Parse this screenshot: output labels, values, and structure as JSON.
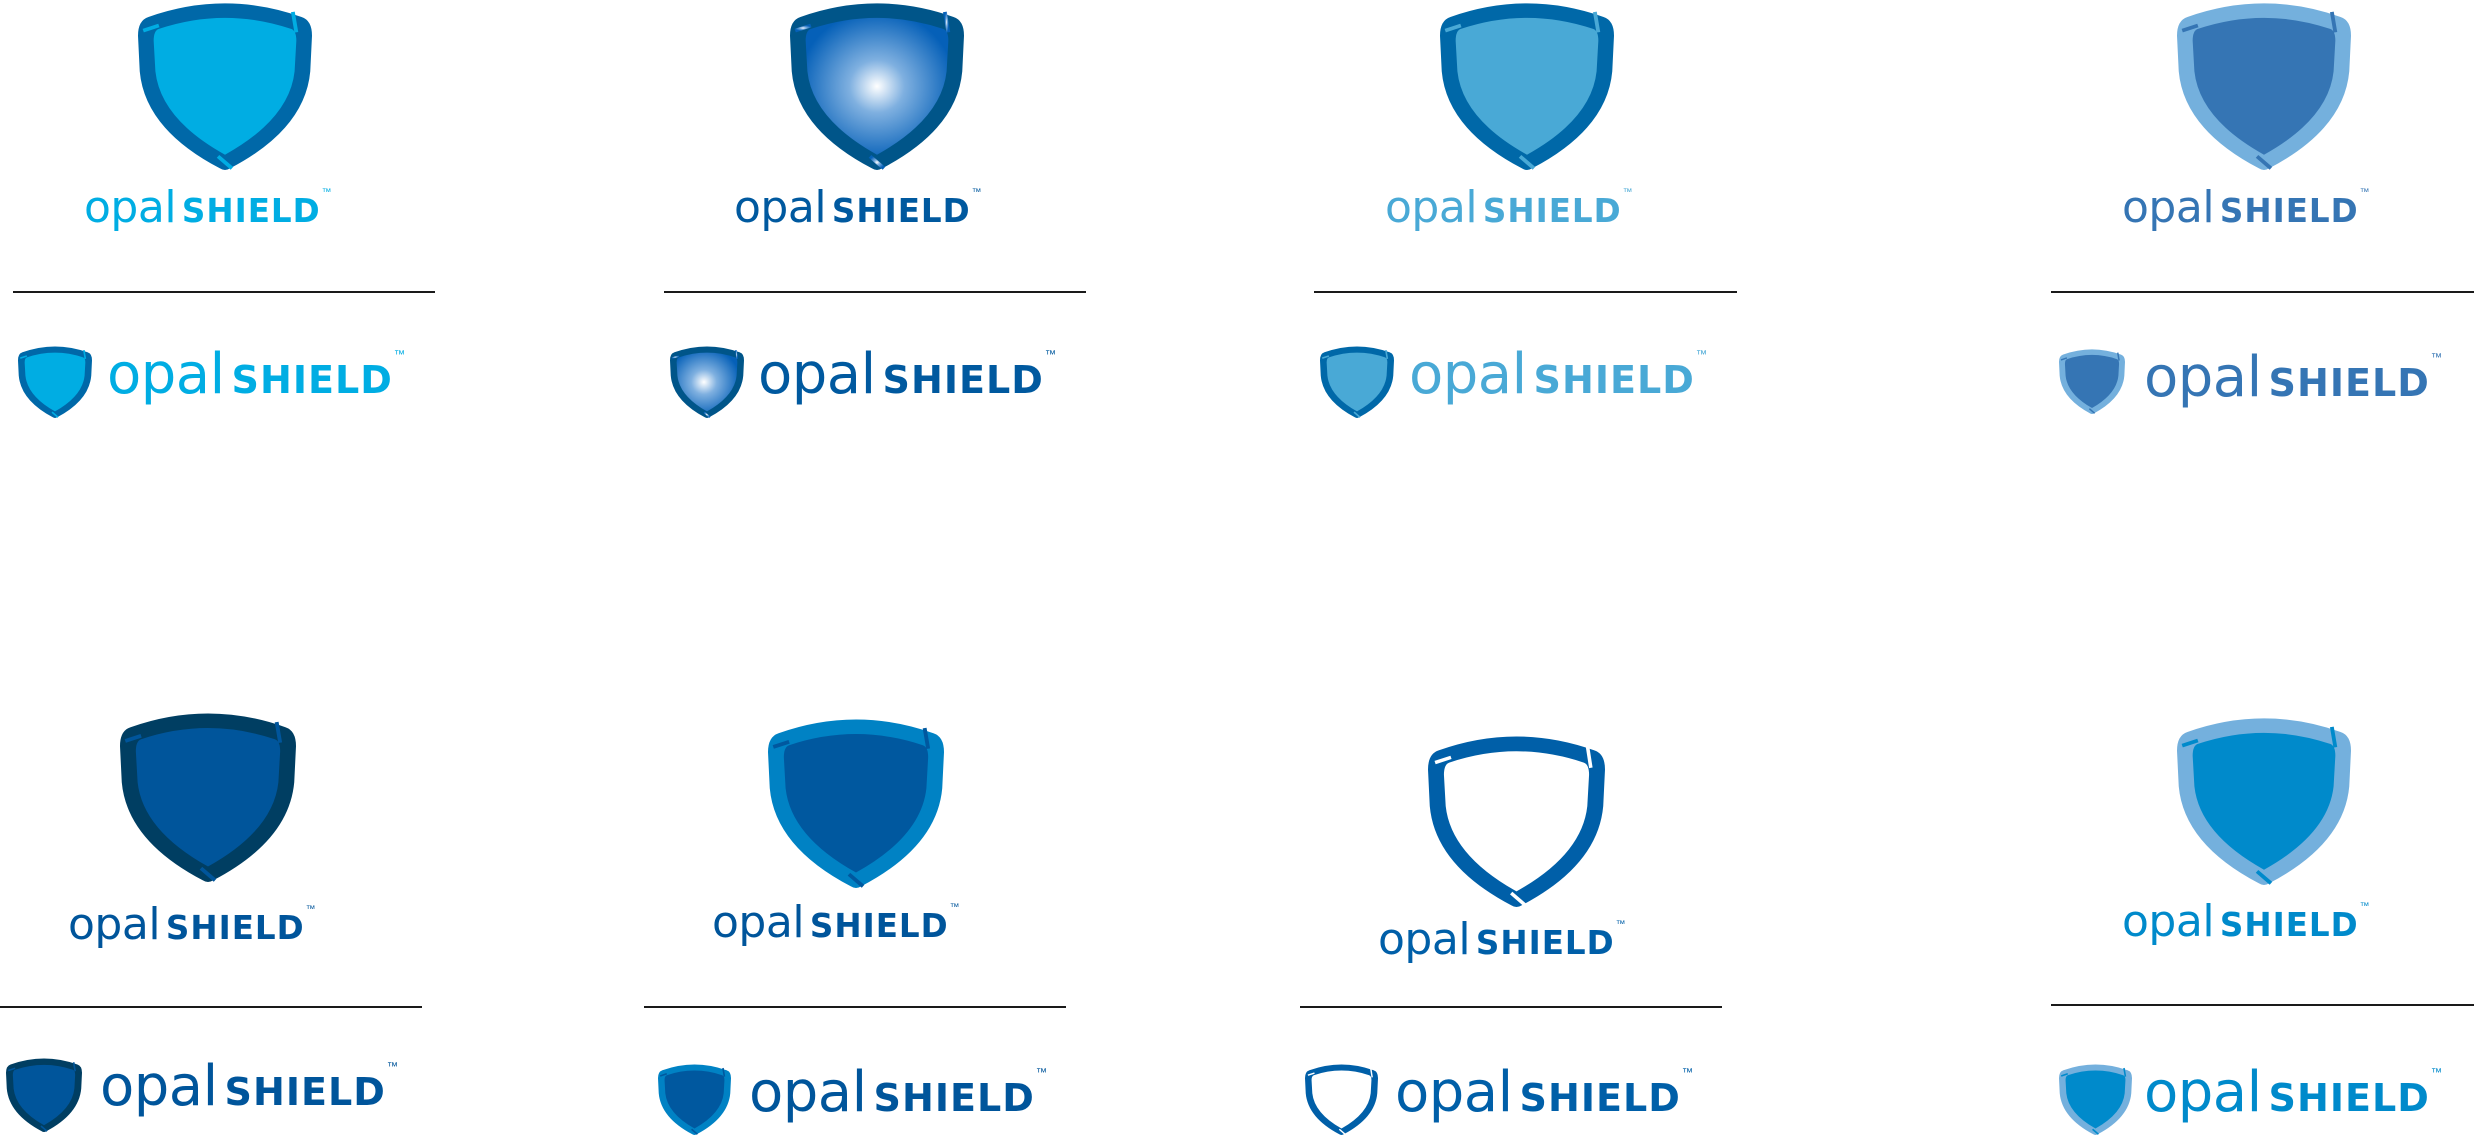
{
  "brand": {
    "word1": "opal",
    "word2": "SHIELD",
    "trademark": "™"
  },
  "variants": [
    {
      "id": "cyan",
      "fill": "#00ADE3",
      "border": "#0068A8",
      "text": "#00ADE3",
      "style": "solid"
    },
    {
      "id": "gradient-blue",
      "fill": "#0560B8",
      "fill_center": "#FFFFFF",
      "border": "#005589",
      "text": "#00599F",
      "style": "radial-gradient"
    },
    {
      "id": "sky",
      "fill": "#49A9D6",
      "border": "#0068A8",
      "text": "#49A9D6",
      "style": "solid"
    },
    {
      "id": "steel",
      "fill": "#3575B4",
      "border": "#74B0DD",
      "text": "#3575B4",
      "style": "solid"
    },
    {
      "id": "navy",
      "fill": "#00559B",
      "border": "#003E62",
      "text": "#00559B",
      "style": "solid"
    },
    {
      "id": "royal",
      "fill": "#00589F",
      "border": "#0082C4",
      "text": "#00559B",
      "style": "solid"
    },
    {
      "id": "outline",
      "fill": "none",
      "border": "#005FA8",
      "text": "#005FA8",
      "style": "outline"
    },
    {
      "id": "azure",
      "fill": "#008ACB",
      "border": "#74B0DD",
      "text": "#008ACB",
      "style": "solid"
    }
  ]
}
